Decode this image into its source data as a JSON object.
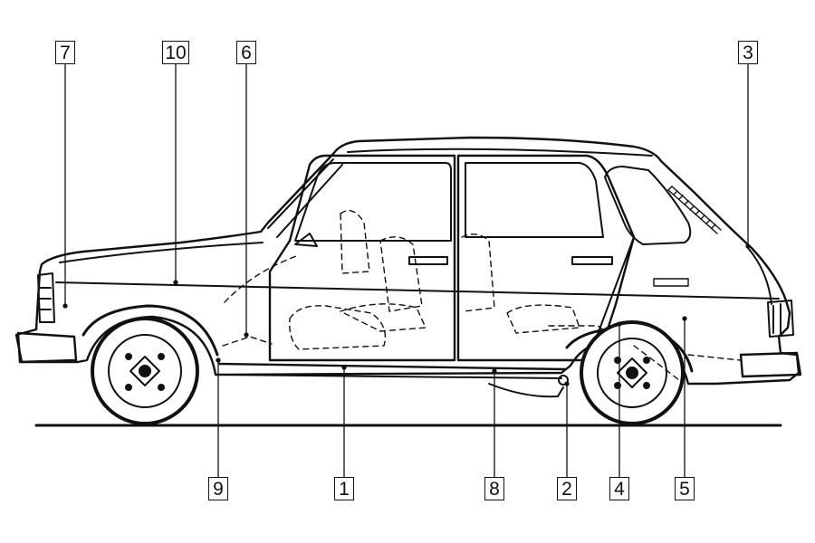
{
  "diagram": {
    "subject": "hatchback car side elevation, line drawing with numbered callouts",
    "ink_color": "#111111",
    "background": "#ffffff",
    "callouts": [
      {
        "id": "7",
        "label": "7"
      },
      {
        "id": "10",
        "label": "10"
      },
      {
        "id": "6",
        "label": "6"
      },
      {
        "id": "3",
        "label": "3"
      },
      {
        "id": "9",
        "label": "9"
      },
      {
        "id": "1",
        "label": "1"
      },
      {
        "id": "8",
        "label": "8"
      },
      {
        "id": "2",
        "label": "2"
      },
      {
        "id": "4",
        "label": "4"
      },
      {
        "id": "5",
        "label": "5"
      }
    ]
  }
}
